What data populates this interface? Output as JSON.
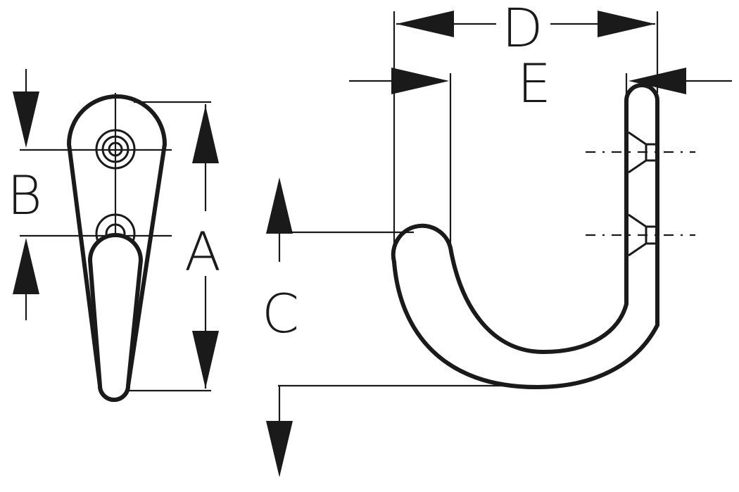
{
  "drawing": {
    "line_color": "#1a1a1a",
    "background": "#ffffff",
    "labels": {
      "a": "A",
      "b": "B",
      "c": "C",
      "d": "D",
      "e": "E"
    }
  }
}
